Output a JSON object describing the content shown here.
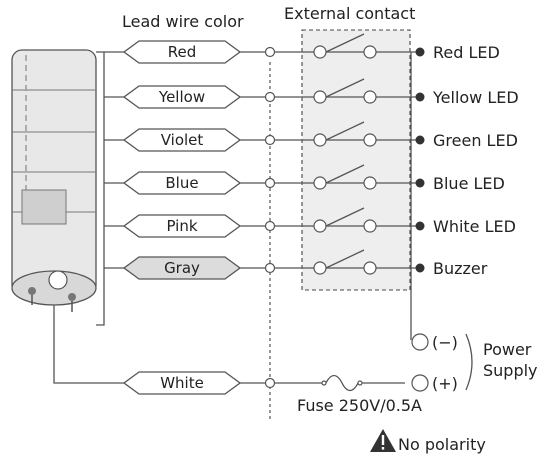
{
  "headers": {
    "lead_wire_color": "Lead wire color",
    "external_contact": "External contact"
  },
  "wires": [
    {
      "color": "Red",
      "output": "Red LED"
    },
    {
      "color": "Yellow",
      "output": "Yellow LED"
    },
    {
      "color": "Violet",
      "output": "Green LED"
    },
    {
      "color": "Blue",
      "output": "Blue LED"
    },
    {
      "color": "Pink",
      "output": "White LED"
    },
    {
      "color": "Gray",
      "output": "Buzzer"
    }
  ],
  "common_wire": "White",
  "power": {
    "negative": "(−)",
    "positive": "(+)",
    "label_line1": "Power",
    "label_line2": "Supply"
  },
  "fuse": "Fuse 250V/0.5A",
  "warning": "No polarity",
  "colors": {
    "line": "#555555",
    "gray_fill": "#dcdcdc",
    "warning_icon": "#333333",
    "lamp_body": "#e8e8e8"
  }
}
